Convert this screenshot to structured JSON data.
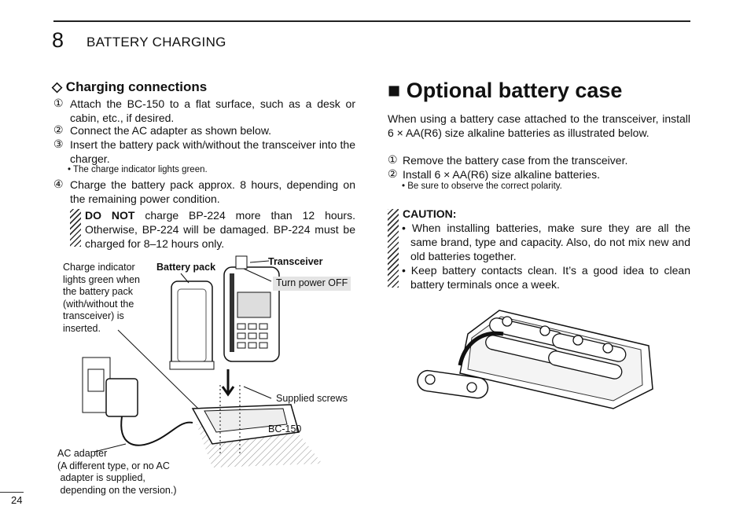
{
  "header": {
    "chapter_number": "8",
    "chapter_title": "BATTERY CHARGING"
  },
  "left": {
    "subheading": "◇ Charging connections",
    "steps": [
      {
        "num": "①",
        "text": "Attach the BC-150 to a flat surface, such as a desk or cabin, etc., if desired."
      },
      {
        "num": "②",
        "text": "Connect the AC adapter as shown below."
      },
      {
        "num": "③",
        "text": "Insert the battery pack with/without the transceiver into the charger."
      },
      {
        "num": "④",
        "text": "Charge the battery pack approx. 8 hours, depending on the remaining power condition."
      }
    ],
    "step3_note": "• The charge indicator lights green.",
    "warning": {
      "bold": "DO NOT",
      "text": " charge BP-224 more than 12 hours. Otherwise, BP-224 will be damaged. BP-224 must be charged for 8–12 hours only."
    },
    "labels": {
      "indicator": "Charge indicator lights green when the battery pack (with/without the transceiver) is inserted.",
      "battery_pack": "Battery pack",
      "transceiver": "Transceiver",
      "power_off": "Turn power OFF",
      "screws": "Supplied screws",
      "charger": "BC-150",
      "adapter": "AC adapter\n(A different type, or no AC\n adapter is supplied,\n depending on the version.)"
    }
  },
  "right": {
    "heading": "■ Optional battery case",
    "intro": "When using a battery case attached to the transceiver, install 6 × AA(R6) size alkaline batteries as illustrated below.",
    "steps": [
      {
        "num": "①",
        "text": "Remove the battery case from the transceiver."
      },
      {
        "num": "②",
        "text": "Install 6 × AA(R6) size alkaline batteries."
      }
    ],
    "step2_note": "• Be sure to observe the correct polarity.",
    "caution": {
      "title": "CAUTION:",
      "items": [
        "• When installing batteries, make sure they are all the same brand, type and capacity. Also, do not mix new and old batteries together.",
        "• Keep battery contacts clean. It’s a good idea to clean battery terminals once a week."
      ]
    }
  },
  "footer": {
    "page_number": "24"
  }
}
